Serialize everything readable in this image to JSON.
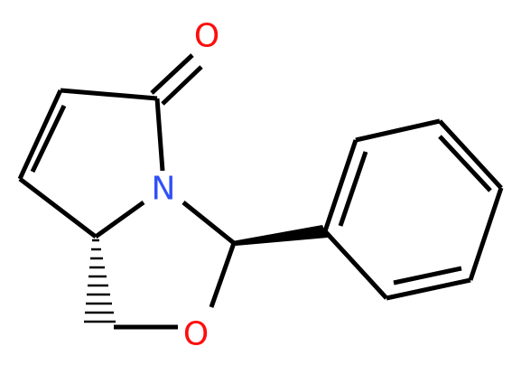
{
  "molecule": {
    "atoms": {
      "oxygen_carbonyl": {
        "label": "O",
        "color": "#ff0d0d"
      },
      "nitrogen": {
        "label": "N",
        "color": "#3050f8"
      },
      "oxygen_ring": {
        "label": "O",
        "color": "#ff0d0d"
      }
    },
    "bond_color": "#000000"
  }
}
